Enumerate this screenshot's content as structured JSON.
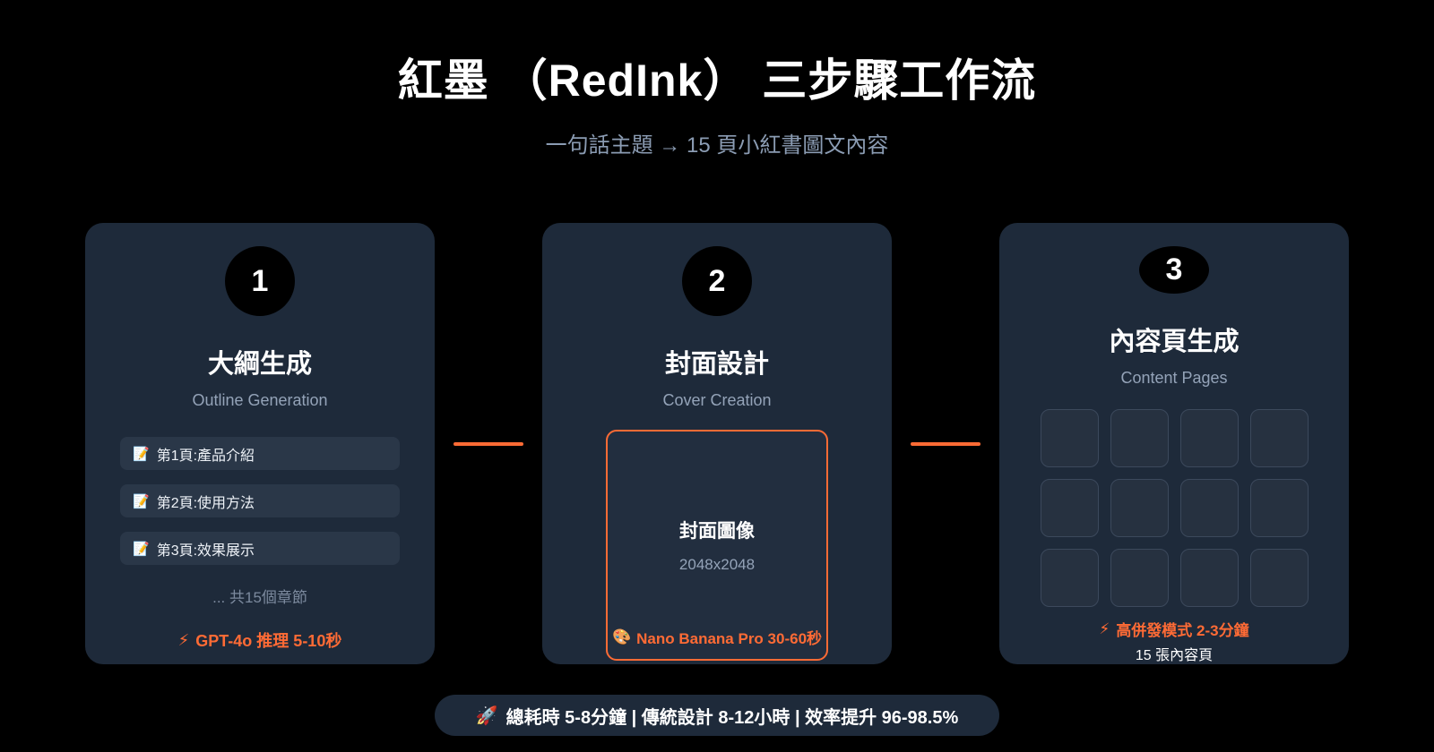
{
  "header": {
    "title": "紅墨 （RedInk） 三步驟工作流",
    "subtitle": "一句話主題 → 15 頁小紅書圖文內容"
  },
  "steps": [
    {
      "number": "1",
      "title": "大綱生成",
      "subtitle": "Outline Generation",
      "items": [
        {
          "icon": "📝",
          "label": "第1頁:產品介紹"
        },
        {
          "icon": "📝",
          "label": "第2頁:使用方法"
        },
        {
          "icon": "📝",
          "label": "第3頁:效果展示"
        }
      ],
      "more": "... 共15個章節",
      "footer_icon": "⚡",
      "footer_label": "GPT-4o 推理 5-10秒"
    },
    {
      "number": "2",
      "title": "封面設計",
      "subtitle": "Cover Creation",
      "preview": {
        "title": "封面圖像",
        "size": "2048x2048"
      },
      "footer_icon": "🎨",
      "footer_label": "Nano Banana Pro 30-60秒"
    },
    {
      "number": "3",
      "title": "內容頁生成",
      "subtitle": "Content Pages",
      "grid_count": 12,
      "footer_icon": "⚡",
      "footer_label": "高併發模式 2-3分鐘",
      "caption": "15 張內容頁"
    }
  ],
  "summary": {
    "icon": "🚀",
    "text": "總耗時 5-8分鐘 | 傳統設計 8-12小時 | 效率提升 96-98.5%"
  },
  "colors": {
    "background": "#000000",
    "card_bg": "#1e2a3a",
    "accent": "#ff6b35",
    "muted_text": "#94a3b8"
  }
}
